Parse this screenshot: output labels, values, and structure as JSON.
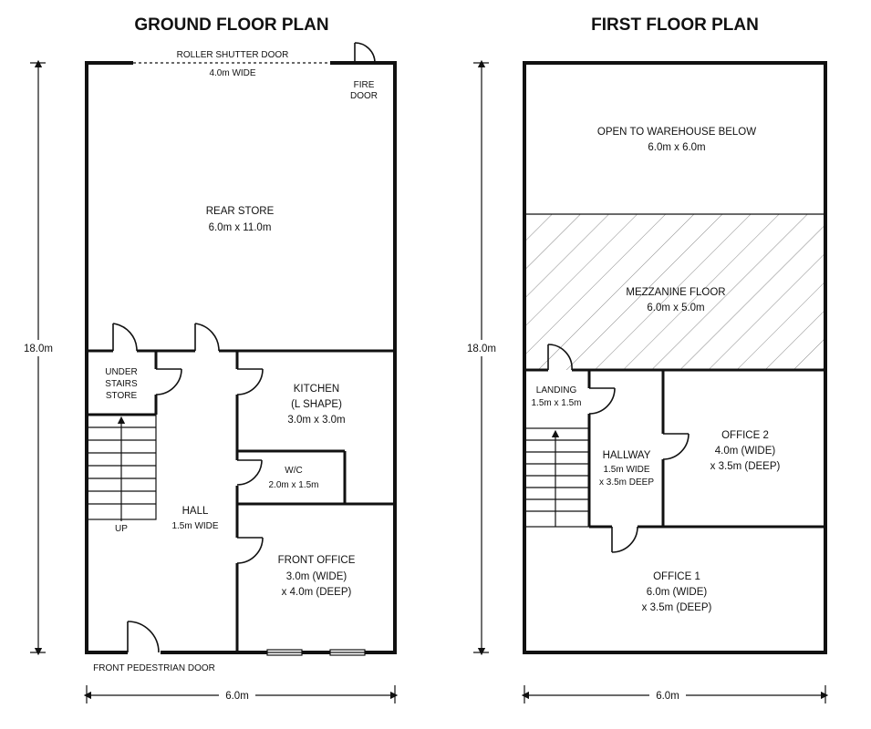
{
  "ground_floor": {
    "title": "GROUND FLOOR PLAN",
    "roller_door": {
      "line1": "ROLLER SHUTTER DOOR",
      "line2": "4.0m WIDE"
    },
    "fire_door": {
      "line1": "FIRE",
      "line2": "DOOR"
    },
    "rear_store": {
      "name": "REAR STORE",
      "size": "6.0m x 11.0m"
    },
    "under_stairs": {
      "line1": "UNDER",
      "line2": "STAIRS",
      "line3": "STORE"
    },
    "kitchen": {
      "name": "KITCHEN",
      "shape": "(L SHAPE)",
      "size": "3.0m x 3.0m"
    },
    "wc": {
      "name": "W/C",
      "size": "2.0m x 1.5m"
    },
    "hall": {
      "name": "HALL",
      "size": "1.5m WIDE"
    },
    "stairs_label": "UP",
    "front_office": {
      "name": "FRONT OFFICE",
      "line1": "3.0m (WIDE)",
      "line2": "x 4.0m (DEEP)"
    },
    "front_door": "FRONT PEDESTRIAN DOOR",
    "height_dim": "18.0m",
    "width_dim": "6.0m"
  },
  "first_floor": {
    "title": "FIRST FLOOR PLAN",
    "open_warehouse": {
      "name": "OPEN TO WAREHOUSE BELOW",
      "size": "6.0m x 6.0m"
    },
    "mezzanine": {
      "name": "MEZZANINE FLOOR",
      "size": "6.0m x 5.0m"
    },
    "landing": {
      "name": "LANDING",
      "size": "1.5m x 1.5m"
    },
    "hallway": {
      "name": "HALLWAY",
      "line1": "1.5m WIDE",
      "line2": "x 3.5m DEEP"
    },
    "office2": {
      "name": "OFFICE 2",
      "line1": "4.0m (WIDE)",
      "line2": "x 3.5m (DEEP)"
    },
    "office1": {
      "name": "OFFICE 1",
      "line1": "6.0m (WIDE)",
      "line2": "x 3.5m (DEEP)"
    },
    "height_dim": "18.0m",
    "width_dim": "6.0m"
  }
}
